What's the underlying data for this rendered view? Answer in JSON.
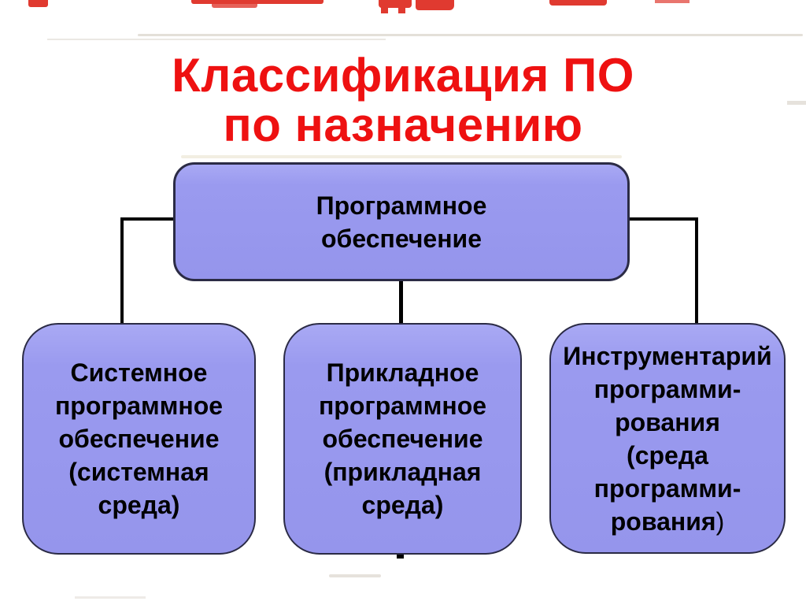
{
  "slide": {
    "title": {
      "line1": "Классификация ПО",
      "line2": "по назначению"
    }
  },
  "diagram": {
    "root": {
      "name": "software",
      "lines": [
        "Программное",
        "обеспечение"
      ]
    },
    "children": [
      {
        "name": "system-software",
        "lines": [
          "Системное",
          "программное",
          "обеспечение",
          "(системная",
          "среда)"
        ]
      },
      {
        "name": "application-software",
        "lines": [
          "Прикладное",
          "программное",
          "обеспечение",
          "(прикладная",
          "среда)"
        ]
      },
      {
        "name": "programming-tools",
        "lines": [
          "Инструментарий",
          "программи-",
          "рования",
          "(среда",
          "программи-",
          "рования"
        ],
        "closing_paren": ")"
      }
    ]
  },
  "colors": {
    "title_red": "#ee1111",
    "box_fill": "#9a9aef",
    "box_border": "#2b2b45",
    "connector": "#000000",
    "text": "#000000",
    "artifact_red": "#e03a30",
    "artifact_gray": "#cdc6ba"
  }
}
